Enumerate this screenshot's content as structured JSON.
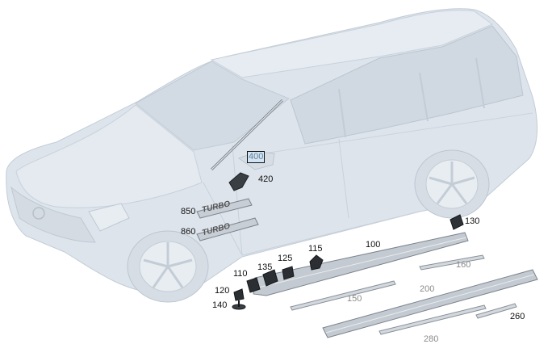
{
  "colors": {
    "background": "#ffffff",
    "car_body": "#dde4ec",
    "car_line": "#c2ccd6",
    "part_fill": "#c4cad1",
    "part_line": "#7c848d",
    "part_dark": "#2b2f33",
    "label_dark": "#111111",
    "label_grey": "#8a8a8a",
    "highlight_fill": "#cfe4f5"
  },
  "callouts": [
    {
      "id": "400",
      "text": "400",
      "style": "boxed"
    },
    {
      "id": "420",
      "text": "420",
      "style": "dark"
    },
    {
      "id": "850",
      "text": "850",
      "style": "dark"
    },
    {
      "id": "860",
      "text": "860",
      "style": "dark"
    },
    {
      "id": "130",
      "text": "130",
      "style": "dark"
    },
    {
      "id": "115",
      "text": "115",
      "style": "dark"
    },
    {
      "id": "100",
      "text": "100",
      "style": "dark"
    },
    {
      "id": "160",
      "text": "160",
      "style": "grey"
    },
    {
      "id": "125",
      "text": "125",
      "style": "dark"
    },
    {
      "id": "135",
      "text": "135",
      "style": "dark"
    },
    {
      "id": "110",
      "text": "110",
      "style": "dark"
    },
    {
      "id": "120",
      "text": "120",
      "style": "dark"
    },
    {
      "id": "140",
      "text": "140",
      "style": "dark"
    },
    {
      "id": "150",
      "text": "150",
      "style": "grey"
    },
    {
      "id": "200",
      "text": "200",
      "style": "grey"
    },
    {
      "id": "260",
      "text": "260",
      "style": "dark"
    },
    {
      "id": "280",
      "text": "280",
      "style": "grey"
    }
  ],
  "badges": [
    {
      "id": "turbo-upper",
      "text": "TURBO"
    },
    {
      "id": "turbo-lower",
      "text": "TURBO"
    }
  ]
}
